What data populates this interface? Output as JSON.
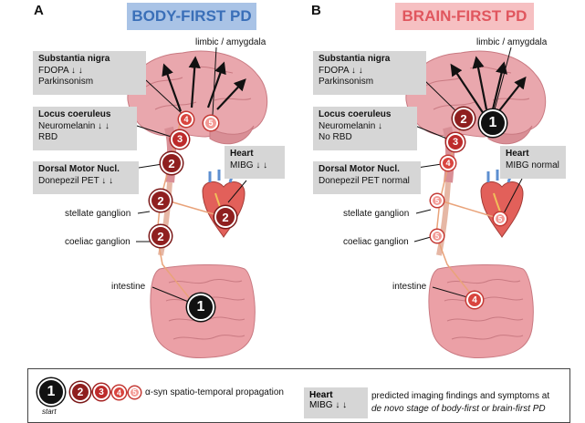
{
  "panel_a": {
    "letter": "A",
    "title": "BODY-FIRST PD",
    "limbic_label": "limbic / amygdala",
    "substantia_nigra": {
      "heading": "Substantia nigra",
      "line1": "FDOPA ↓ ↓",
      "line2": "Parkinsonism"
    },
    "locus_coeruleus": {
      "heading": "Locus coeruleus",
      "line1": "Neuromelanin ↓ ↓",
      "line2": "RBD"
    },
    "dorsal_motor": {
      "heading": "Dorsal Motor Nucl.",
      "line1": "Donepezil PET ↓ ↓"
    },
    "heart": {
      "heading": "Heart",
      "line1": "MIBG ↓ ↓"
    },
    "stellate_label": "stellate ganglion",
    "coeliac_label": "coeliac ganglion",
    "intestine_label": "intestine",
    "nodes": {
      "intestine": "1",
      "coeliac": "2",
      "stellate": "2",
      "dmn": "2",
      "heart": "2",
      "lc": "3",
      "sn": "4",
      "limbic": "5"
    }
  },
  "panel_b": {
    "letter": "B",
    "title": "BRAIN-FIRST PD",
    "limbic_label": "limbic / amygdala",
    "substantia_nigra": {
      "heading": "Substantia nigra",
      "line1": "FDOPA ↓ ↓",
      "line2": "Parkinsonism"
    },
    "locus_coeruleus": {
      "heading": "Locus coeruleus",
      "line1": "Neuromelanin ↓",
      "line2": "No RBD"
    },
    "dorsal_motor": {
      "heading": "Dorsal Motor Nucl.",
      "line1": "Donepezil PET normal"
    },
    "heart": {
      "heading": "Heart",
      "line1": "MIBG normal"
    },
    "stellate_label": "stellate ganglion",
    "coeliac_label": "coeliac ganglion",
    "intestine_label": "intestine",
    "nodes": {
      "limbic": "1",
      "sn": "2",
      "lc": "3",
      "dmn": "4",
      "stellate": "5",
      "coeliac": "5",
      "heart": "5",
      "intestine": "4"
    }
  },
  "legend": {
    "nodes": [
      "1",
      "2",
      "3",
      "4",
      "5"
    ],
    "propagation_text": "α-syn spatio-temporal propagation",
    "start_label": "start",
    "heart_heading": "Heart",
    "heart_line": "MIBG ↓ ↓",
    "predicted_line1": "predicted imaging findings and symptoms at",
    "predicted_line2": "de novo stage of body-first or brain-first PD"
  },
  "colors": {
    "title_a_bg": "#a9c3e6",
    "title_a_text": "#3a6fb8",
    "title_b_bg": "#f6c0c2",
    "title_b_text": "#e0565e",
    "node1": "#111111",
    "node2": "#8f1f1f",
    "node3": "#bd2b2b",
    "node4": "#d9453f",
    "node5": "#f39a95",
    "label_box": "#d6d6d6",
    "brain": "#e9a7ad",
    "intestine": "#eba0a6"
  }
}
